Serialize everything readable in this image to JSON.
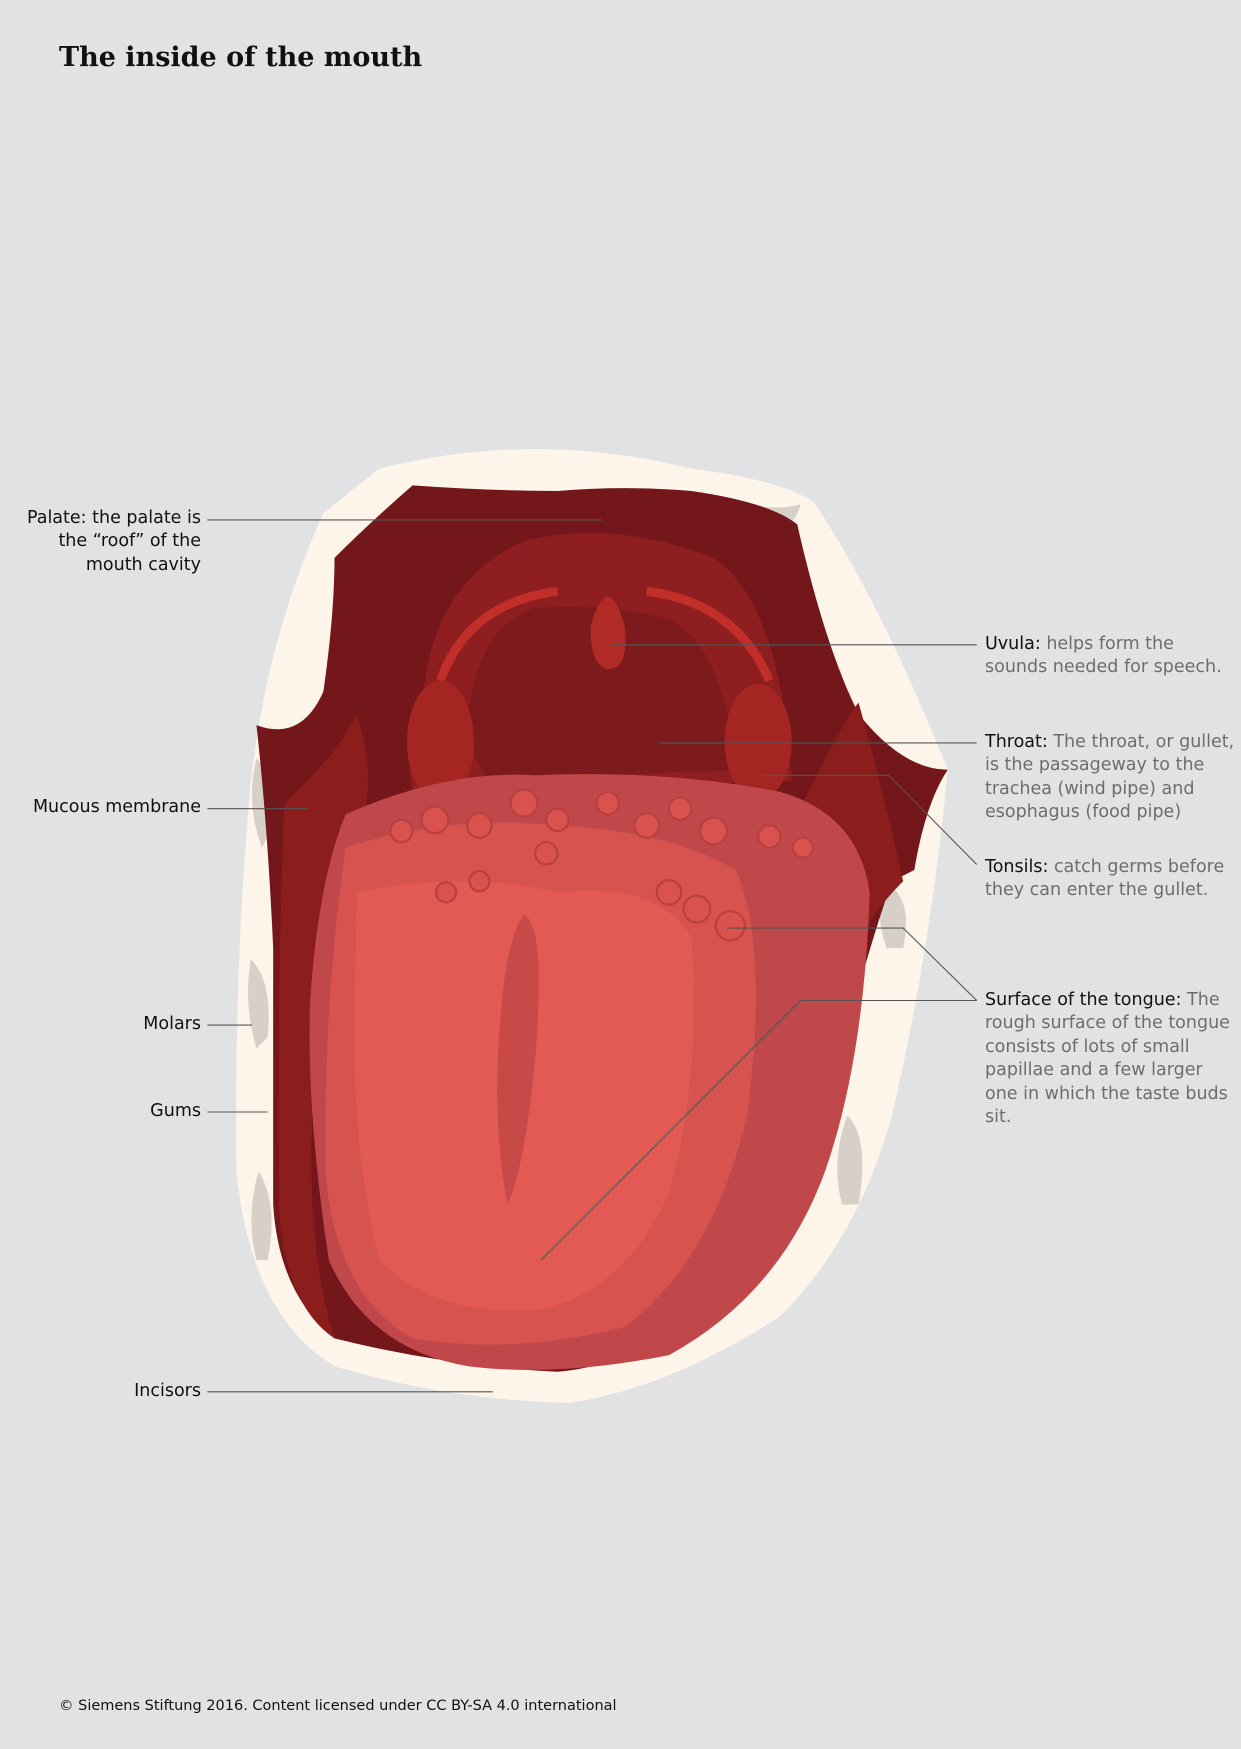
{
  "title": "The inside of the mouth",
  "labels_left": {
    "palate": "Palate: the palate is the “roof” of the mouth cavity",
    "mucous": "Mucous membrane",
    "molars": "Molars",
    "gums": "Gums",
    "incisors": "Incisors"
  },
  "labels_right": {
    "uvula_term": "Uvula:",
    "uvula_text": " helps form the sounds needed for speech.",
    "throat_term": "Throat:",
    "throat_text": " The throat, or gullet, is the passageway to the trachea (wind pipe) and esophagus (food pipe)",
    "tonsils_term": "Tonsils:",
    "tonsils_text": " catch germs before they can enter the gullet.",
    "surface_term": "Surface of the tongue:",
    "surface_text": " The rough surface of the tongue consists of lots of small papillae and a few larger one in which the taste buds sit."
  },
  "footer": "© Siemens Stiftung 2016. Content licensed under CC BY-SA 4.0 international",
  "colors": {
    "background": "#e1e2e3",
    "lips": "#fdf5ea",
    "cavity": "#73171a",
    "tongue": "#c0484a",
    "tongue_light": "#e35a55"
  }
}
